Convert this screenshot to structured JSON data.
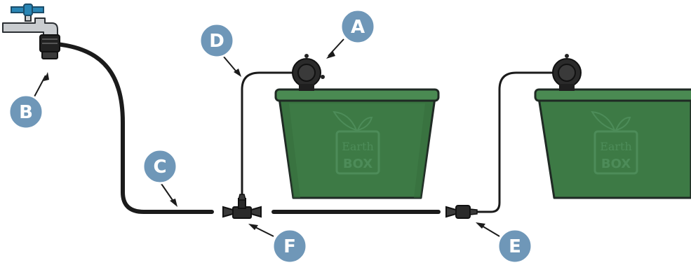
{
  "diagram": {
    "callouts": [
      {
        "id": "A",
        "label": "A"
      },
      {
        "id": "B",
        "label": "B"
      },
      {
        "id": "C",
        "label": "C"
      },
      {
        "id": "D",
        "label": "D"
      },
      {
        "id": "E",
        "label": "E"
      },
      {
        "id": "F",
        "label": "F"
      }
    ],
    "containers": [
      {
        "brand_top": "Earth",
        "brand_bottom": "BOX"
      },
      {
        "brand_top": "Earth",
        "brand_bottom": "BOX"
      }
    ],
    "colors": {
      "container_fill": "#3d7a45",
      "container_rim": "#4a8a52",
      "outline": "#1f2a24",
      "hose": "#1b1b1b",
      "callout_fill": "#6f97b8",
      "faucet_handle": "#2a86b5",
      "faucet_body": "#c9cccf"
    }
  }
}
